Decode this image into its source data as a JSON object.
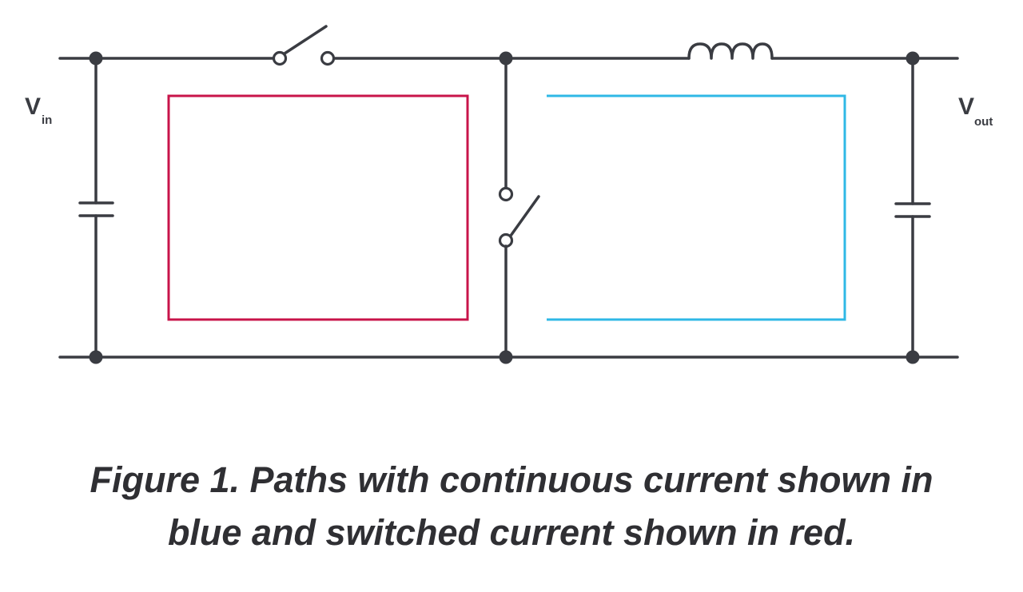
{
  "labels": {
    "vin_main": "V",
    "vin_sub": "in",
    "vout_main": "V",
    "vout_sub": "out"
  },
  "caption": {
    "line1": "Figure 1. Paths with continuous current shown in",
    "line2": "blue and switched current shown in red."
  },
  "colors": {
    "wire": "#3a3c42",
    "switched_path": "#c8144a",
    "continuous_path": "#2fb8e6"
  }
}
